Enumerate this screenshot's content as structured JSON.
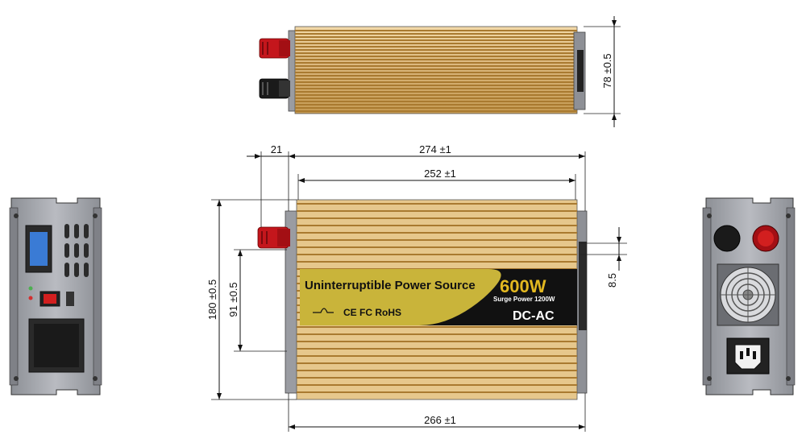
{
  "label": {
    "brand_line": "Uninterruptible Power Source",
    "power": "600W",
    "surge": "Surge Power 1200W",
    "type": "DC-AC",
    "certs": "CE FC RoHS"
  },
  "dimensions": {
    "height_top": "78 ±0.5",
    "overall_length": "274 ±1",
    "terminal_offset": "21",
    "body_length": "252 ±1",
    "base_length": "266 ±1",
    "overall_width": "180 ±0.5",
    "terminal_height": "91 ±0.5",
    "flange": "8.5"
  },
  "colors": {
    "body_gold": "#d8b478",
    "fin_dark": "#a97a30",
    "label_olive": "#c9b43a",
    "label_black": "#111111",
    "label_red_text": "#e3b820",
    "terminal_red": "#c4161c",
    "terminal_black": "#1a1a1a",
    "panel_grey": "#a8aab0",
    "lcd_blue": "#3a7bd5",
    "switch_red": "#d21f1f"
  }
}
